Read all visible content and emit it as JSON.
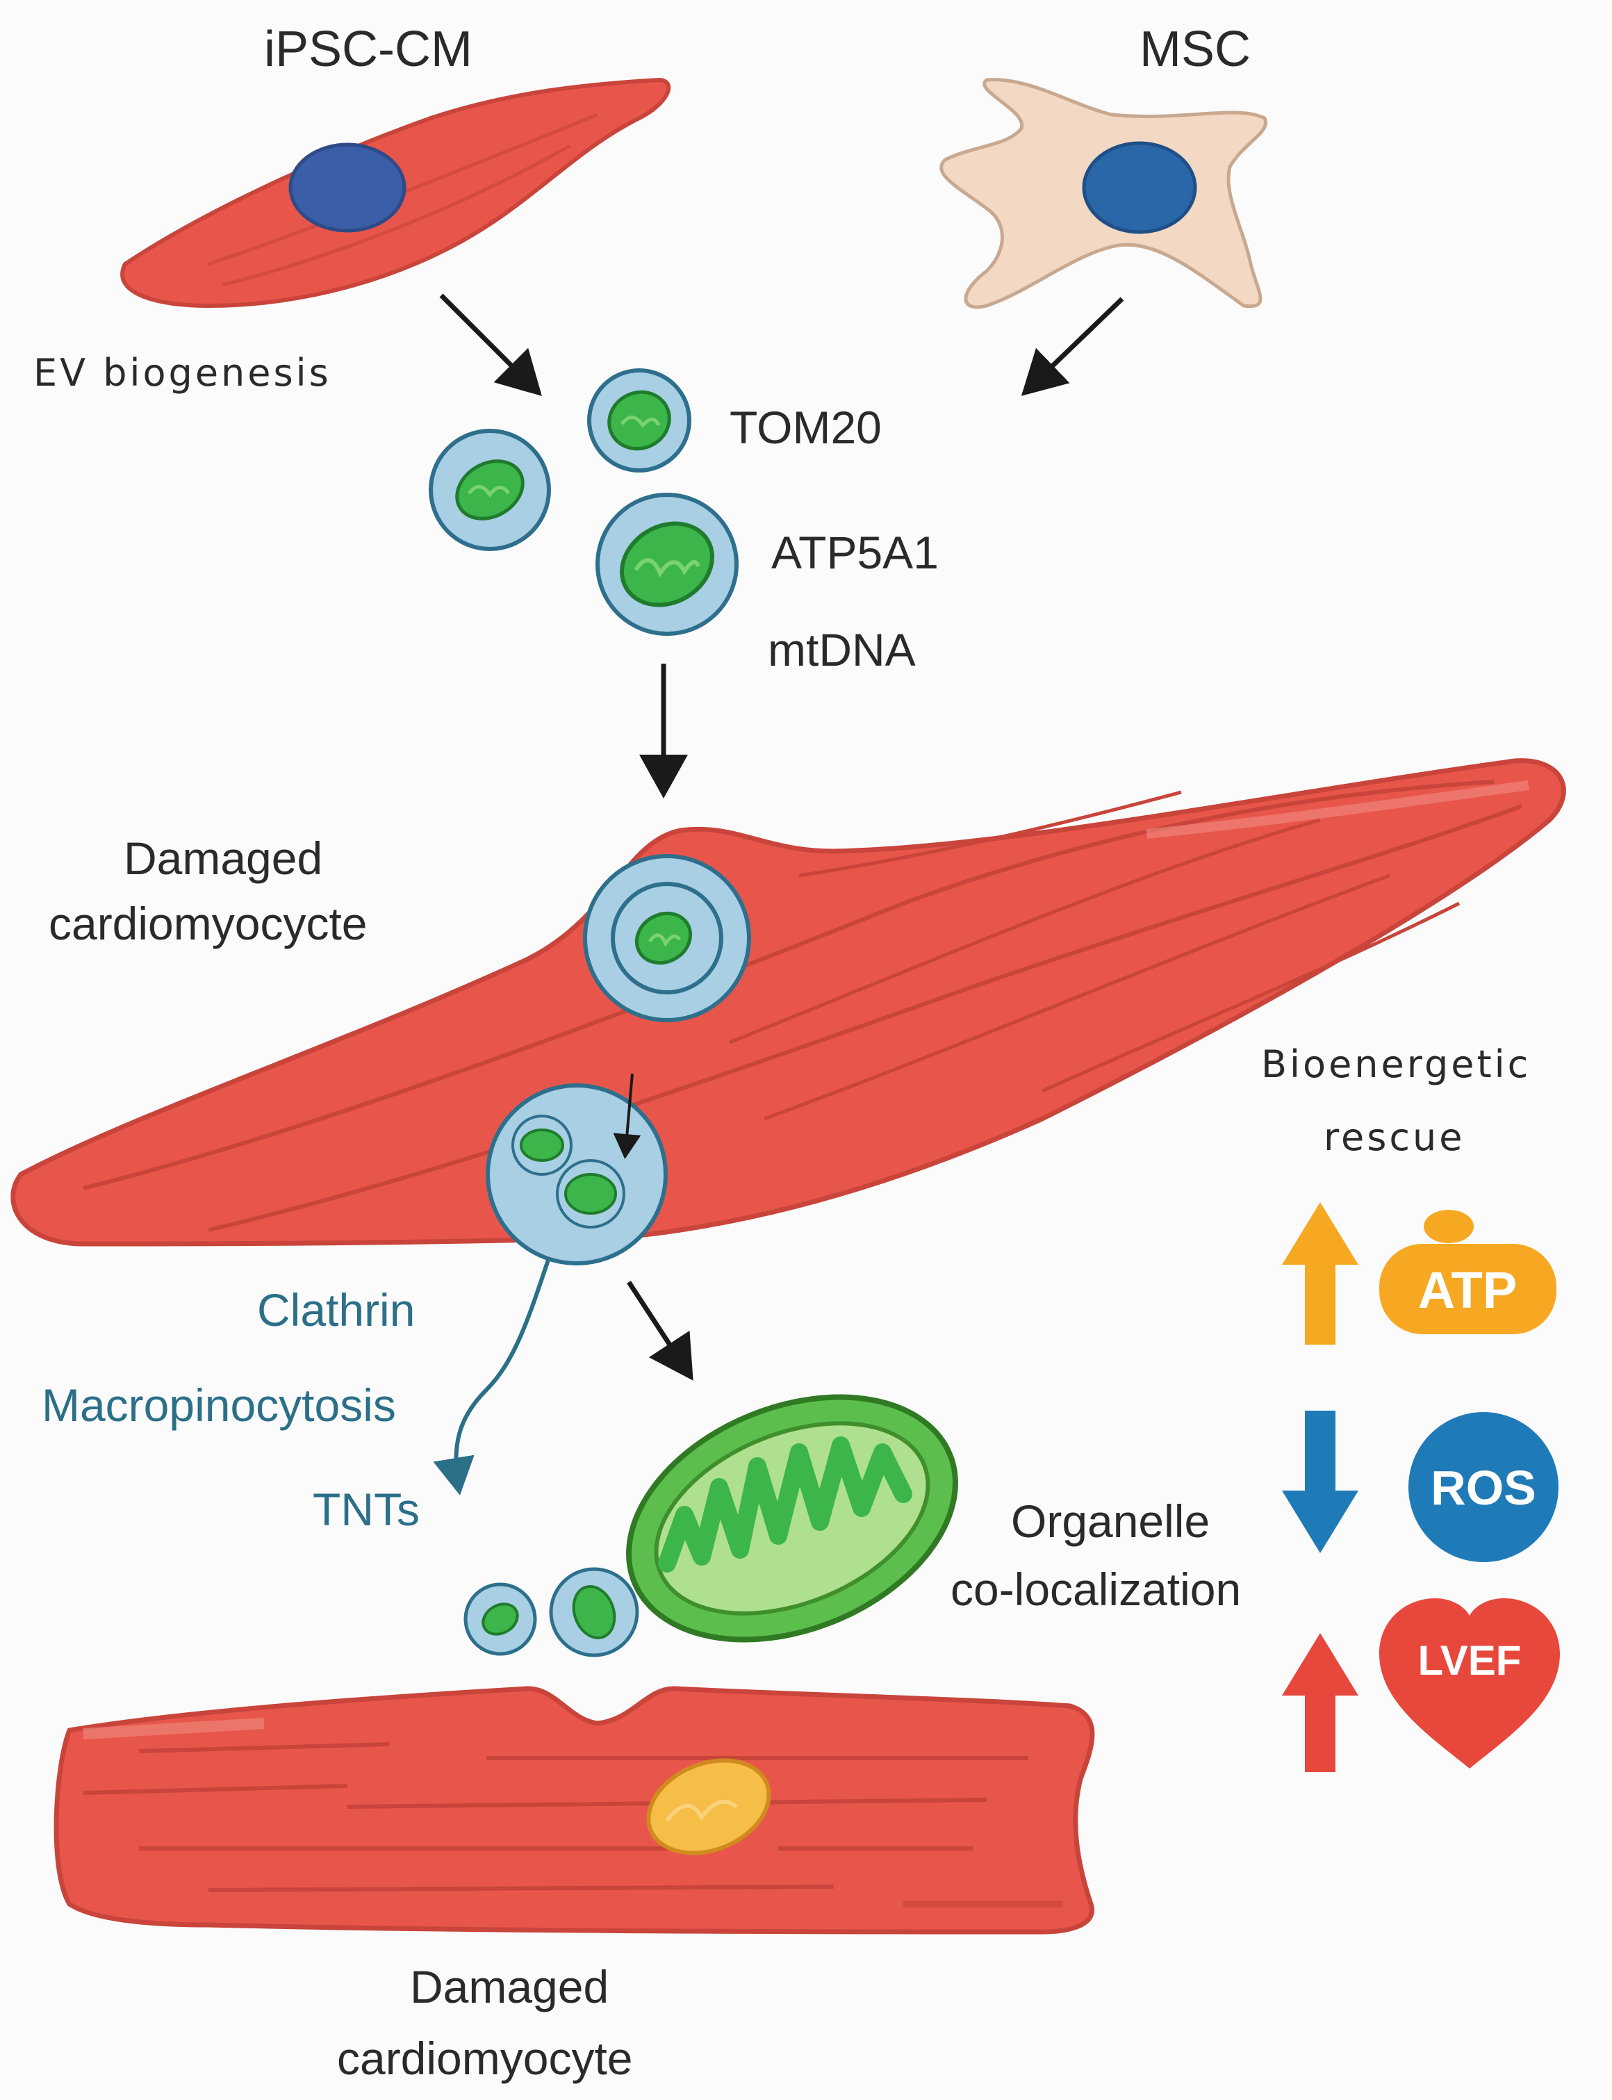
{
  "labels": {
    "ipsc_cm": "iPSC-CM",
    "msc": "MSC",
    "ev_biogenesis": "EV biogenesis",
    "tom20": "TOM20",
    "atp5a1": "ATP5A1",
    "mtdna": "mtDNA",
    "damaged_top_line1": "Damaged",
    "damaged_top_line2": "cardiomyocycte",
    "clathrin": "Clathrin",
    "macropinocytosis": "Macropinocytosis",
    "tnts": "TNTs",
    "organelle_line1": "Organelle",
    "organelle_line2": "co-localization",
    "bioenergetic_line1": "Bioenergetic",
    "bioenergetic_line2": "rescue",
    "damaged_bottom_line1": "Damaged",
    "damaged_bottom_line2": "cardiomyocyte"
  },
  "badges": {
    "atp": "ATP",
    "ros": "ROS",
    "lvef": "LVEF"
  },
  "colors": {
    "cardiomyocyte_red": "#e8564b",
    "msc_beige": "#f3d9c4",
    "ev_blue": "#a8cfe3",
    "mito_green": "#3cb54a",
    "atp_orange": "#f7a823",
    "ros_blue": "#1f7ab8",
    "lvef_red": "#e8473c",
    "pathway_teal": "#2b6f88"
  },
  "icons": [
    "up-arrow-icon",
    "down-arrow-icon",
    "heart-icon",
    "mitochondrion-icon",
    "nucleus-icon",
    "vesicle-icon"
  ]
}
